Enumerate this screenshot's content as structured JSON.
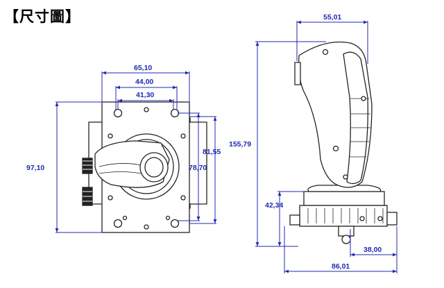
{
  "title": "【尺寸圖】",
  "front_view": {
    "width_outer": "65,10",
    "width_mid": "44,00",
    "width_inner": "41,30",
    "height_total": "97,10",
    "height_mid": "81,55",
    "height_inner": "78,70"
  },
  "side_view": {
    "top_width": "55,01",
    "total_height": "155,79",
    "base_height": "42,34",
    "base_width_small": "38,00",
    "base_width_total": "86,01"
  },
  "colors": {
    "dimension": "#1f2ab0",
    "line": "#222222"
  }
}
